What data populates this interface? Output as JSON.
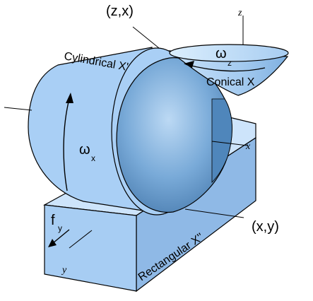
{
  "labels": {
    "zx": "(z,x)",
    "xy": "(x,y)",
    "cylindrical": "Cylindrical X'",
    "rectangular": "Rectangular X''",
    "conical": "Conical X",
    "omega": "ω",
    "omega_x_sub": "x",
    "omega_z_sub": "z",
    "f": "f",
    "f_sub": "y",
    "axis_z": "z",
    "axis_x": "x",
    "axis_y": "y"
  },
  "colors": {
    "cylinder": "#a9cff5",
    "box_top": "#cde4fb",
    "box_front": "#a7cdf3",
    "box_side": "#8fb9e6",
    "dome": "#5f95c6",
    "cone_top": "#b9d8f4",
    "cone_under": "#8cb9e6",
    "stroke": "#000000"
  }
}
